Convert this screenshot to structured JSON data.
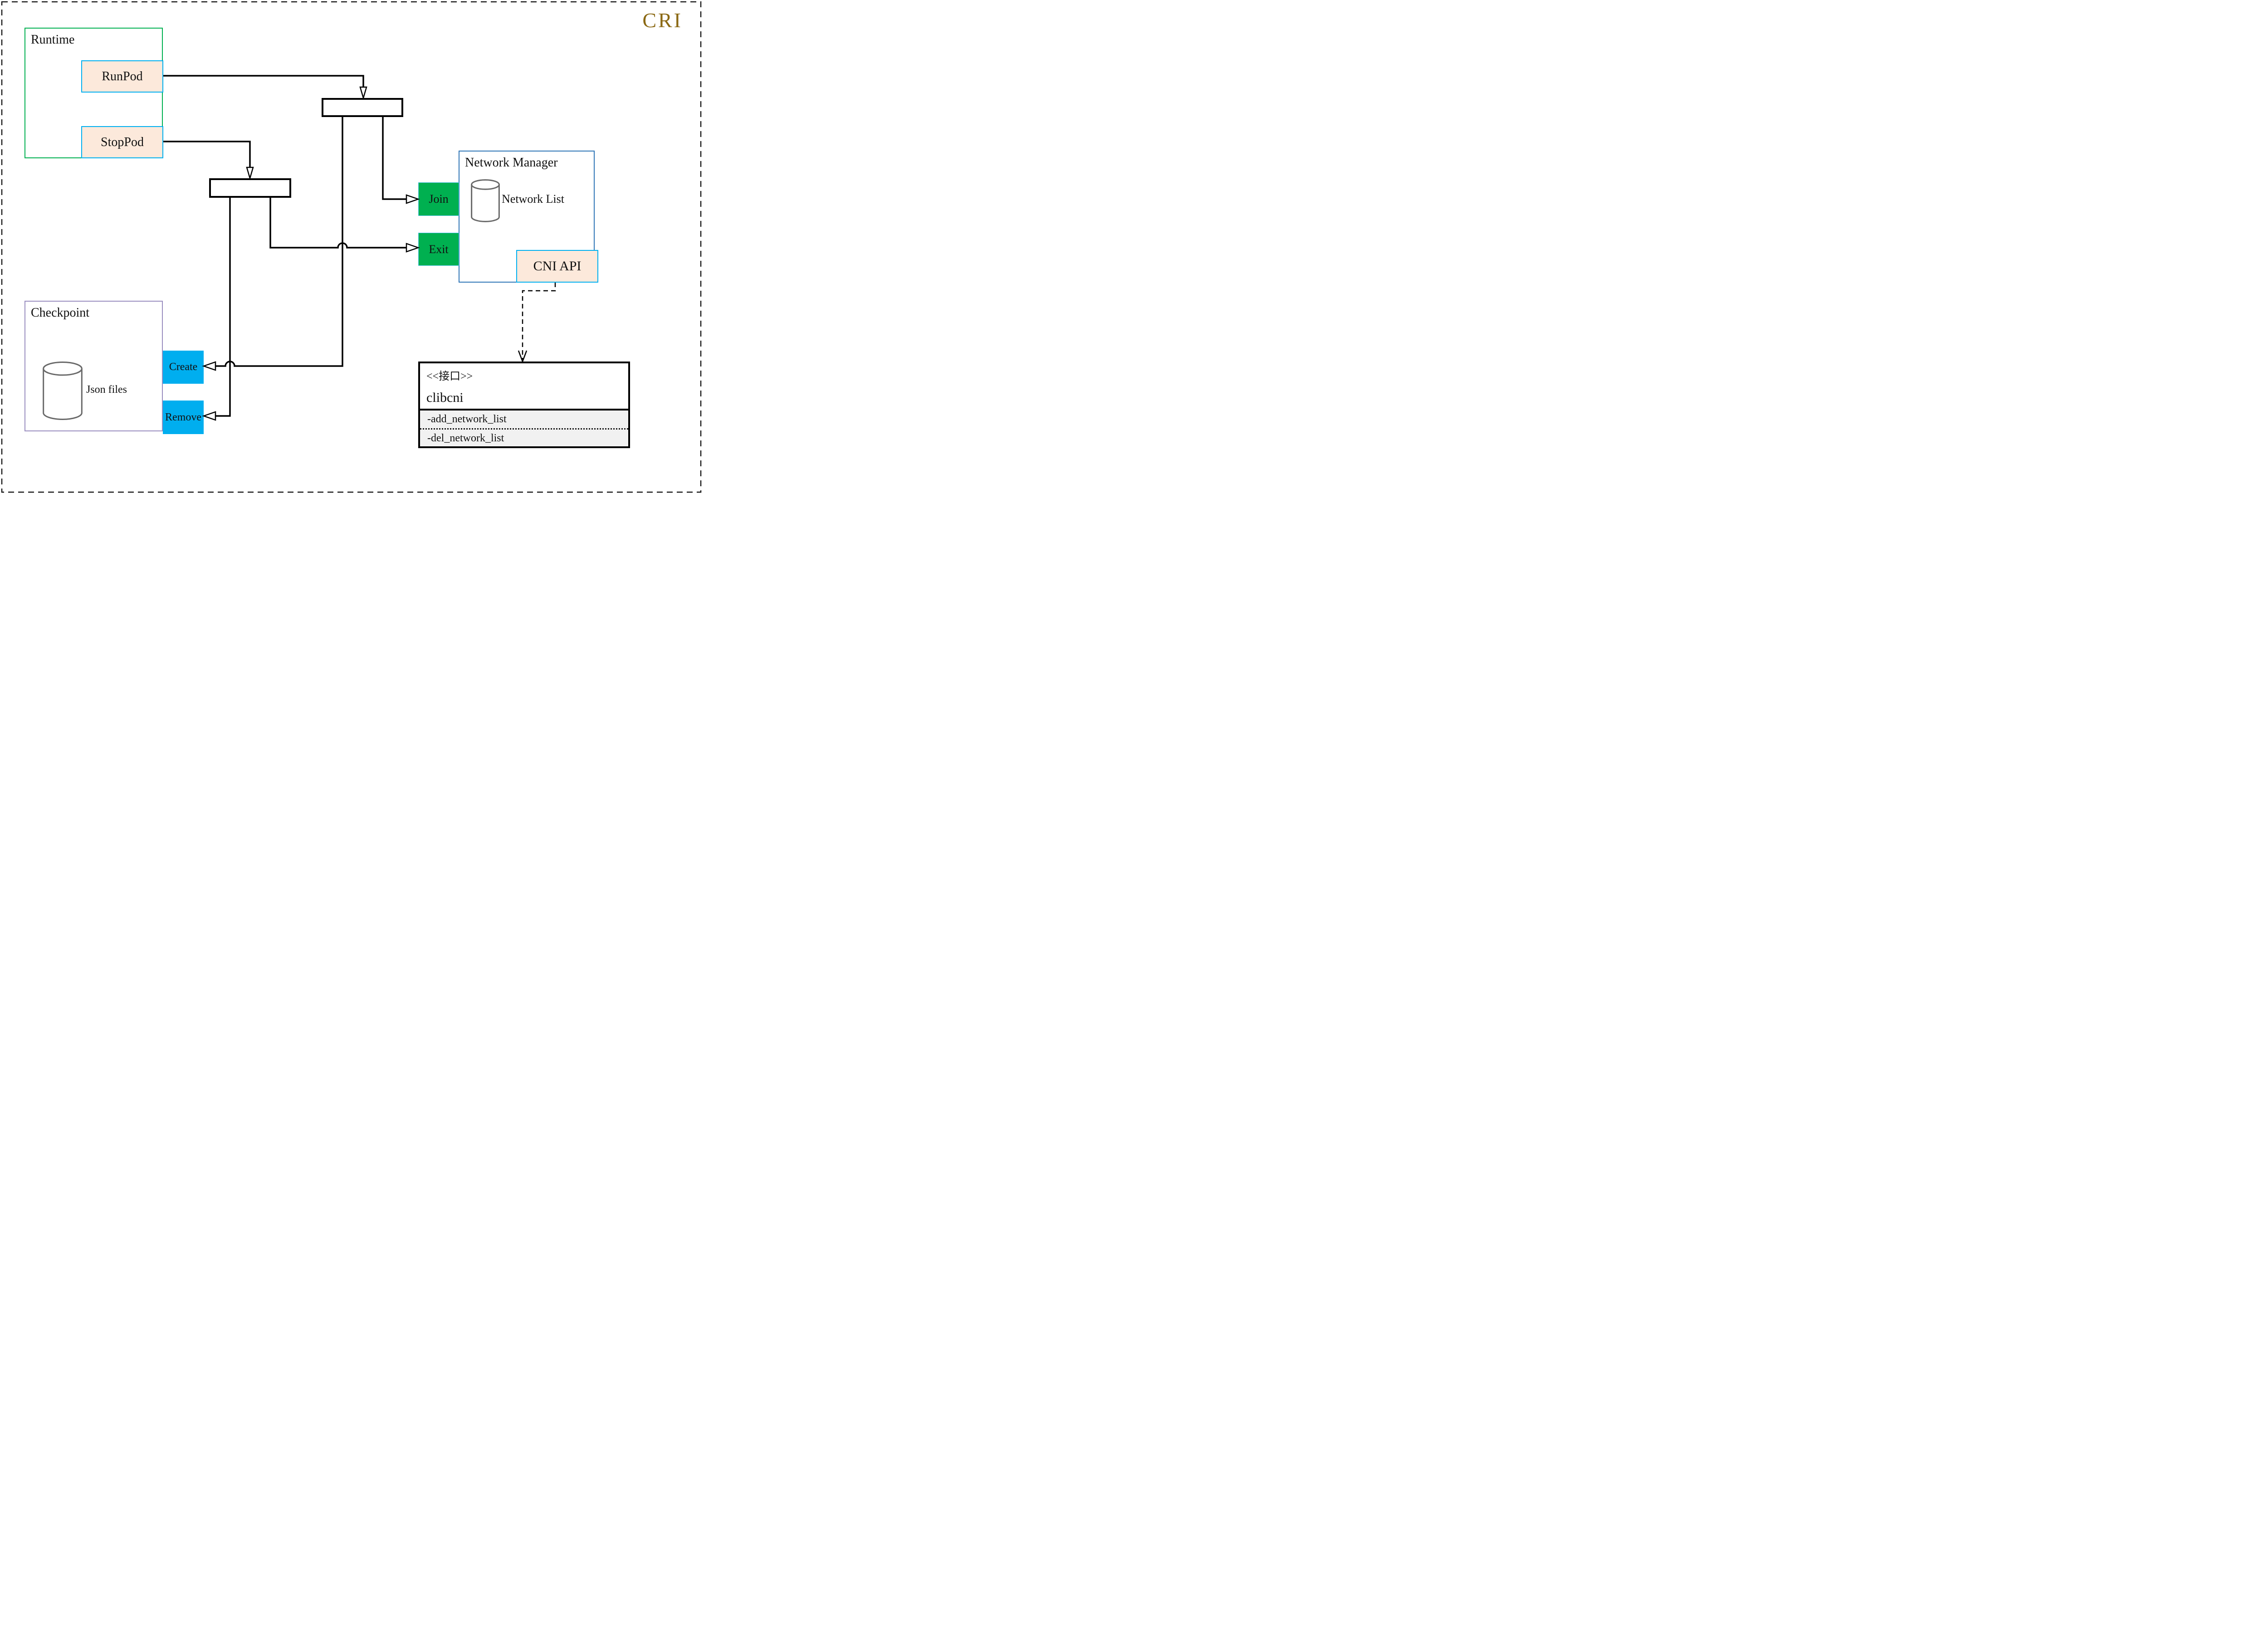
{
  "page": {
    "label": "CRI"
  },
  "colors": {
    "cri_gold": "#8B6914",
    "runtime_border_green": "#00B050",
    "checkpoint_border_purple": "#9A8EC0",
    "network_manager_border_blue": "#2E75B6",
    "peach_fill": "#FCE9DB",
    "cyan_border": "#00B0F0",
    "green_fill": "#00B050",
    "blue_fill": "#00AEEF"
  },
  "runtime": {
    "title": "Runtime",
    "runpod": "RunPod",
    "stoppod": "StopPod"
  },
  "network_manager": {
    "title": "Network Manager",
    "network_list": "Network List",
    "join": "Join",
    "exit": "Exit",
    "cni_api": "CNI API"
  },
  "checkpoint": {
    "title": "Checkpoint",
    "json_files": "Json files",
    "create": "Create",
    "remove": "Remove"
  },
  "clibcni": {
    "stereotype": "<<接口>>",
    "name": "clibcni",
    "methods": [
      "-add_network_list",
      "-del_network_list"
    ]
  }
}
